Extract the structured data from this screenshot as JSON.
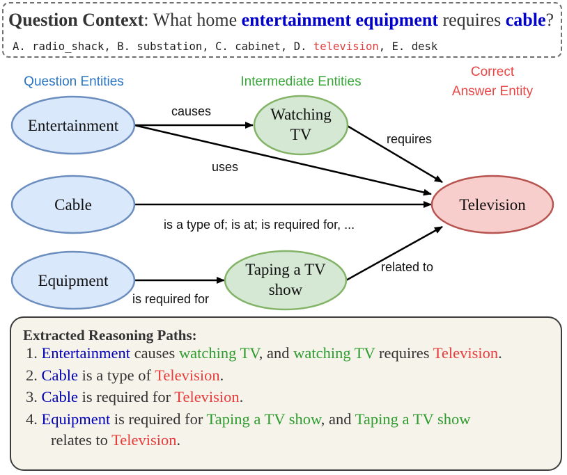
{
  "question": {
    "label": "Question Context",
    "colon": ": ",
    "text_before": "What home ",
    "keyword_1": "entertainment equipment",
    "text_middle": " requires ",
    "keyword_2": "cable",
    "text_after": "?",
    "options_before": "A. radio_shack, B. substation, C. cabinet, D. ",
    "options_answer": "television",
    "options_after": ", E. desk"
  },
  "headers": {
    "question_entities": "Question Entities",
    "intermediate_entities": "Intermediate Entities",
    "correct_line1": "Correct",
    "correct_line2": "Answer Entity"
  },
  "nodes": {
    "entertainment": "Entertainment",
    "cable": "Cable",
    "equipment": "Equipment",
    "watching_line1": "Watching",
    "watching_line2": "TV",
    "taping_line1": "Taping a TV",
    "taping_line2": "show",
    "television": "Television"
  },
  "edges": {
    "causes": "causes",
    "uses": "uses",
    "requires": "requires",
    "cable_tv": "is a type of; is at; is required for, ...",
    "is_required_for": "is required for",
    "related_to": "related to"
  },
  "reasoning": {
    "title": "Extracted Reasoning Paths:",
    "p1": {
      "num": "1. ",
      "q": "Entertainment",
      "t1": " causes ",
      "i1": "watching TV",
      "t2": ", and ",
      "i2": "watching TV",
      "t3": " requires ",
      "a": "Television",
      "t4": "."
    },
    "p2": {
      "num": "2. ",
      "q": "Cable",
      "t1": " is a type of ",
      "a": "Television",
      "t2": "."
    },
    "p3": {
      "num": "3. ",
      "q": "Cable",
      "t1": " is required for ",
      "a": "Television",
      "t2": "."
    },
    "p4": {
      "num": "4. ",
      "q": "Equipment",
      "t1": " is required for ",
      "i1": "Taping a TV show",
      "t2": ", and ",
      "i2": "Taping a TV show",
      "t3": "relates to ",
      "a": "Television",
      "t4": "."
    }
  },
  "colors": {
    "question_entity": "#0000c8",
    "intermediate_entity": "#2e9b2e",
    "answer_entity": "#e63c3c",
    "blue_node_fill": "#dae8fc",
    "blue_node_stroke": "#6c8ebf",
    "green_node_fill": "#d5e8d4",
    "green_node_stroke": "#82b366",
    "red_node_fill": "#f8cecc",
    "red_node_stroke": "#b85450",
    "reasoning_bg": "#f5f3ea"
  }
}
